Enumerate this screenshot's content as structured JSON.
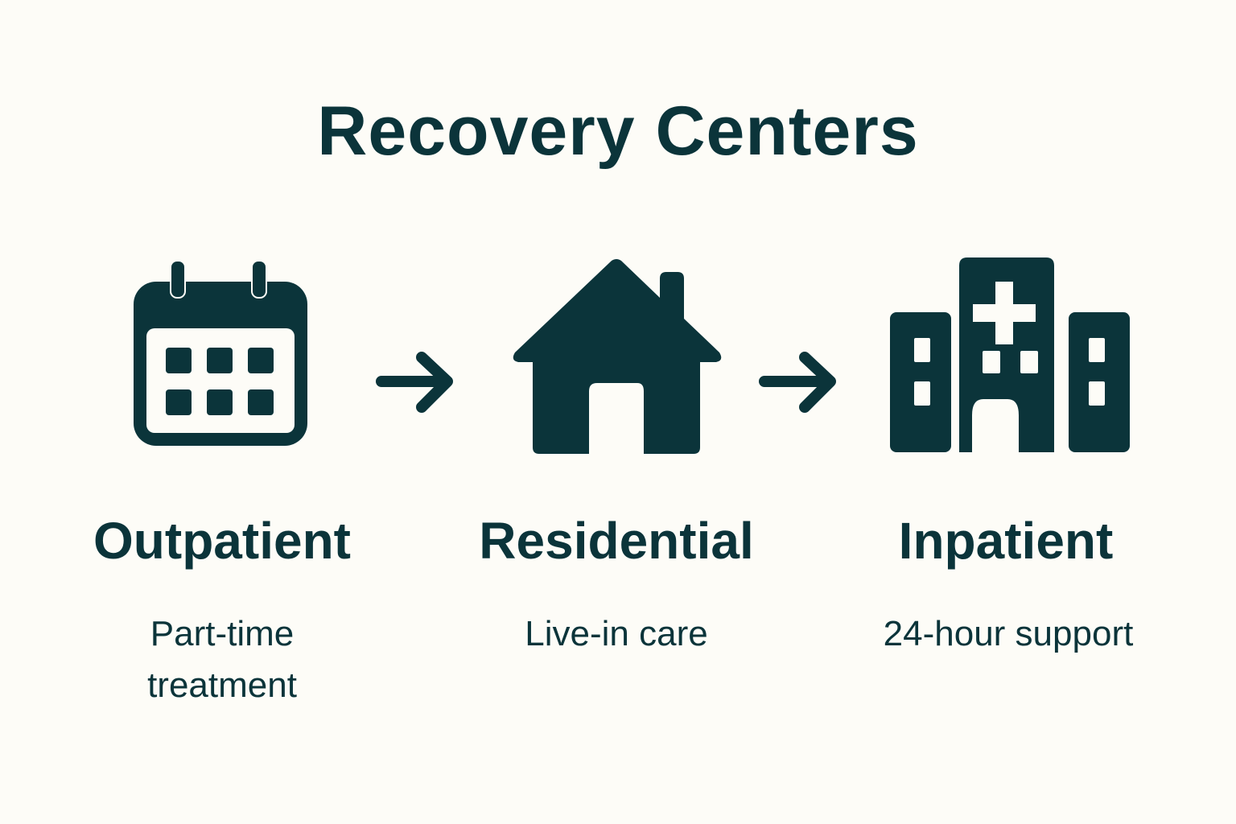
{
  "title": "Recovery Centers",
  "colors": {
    "background": "#fdfcf7",
    "ink": "#0b343a"
  },
  "steps": [
    {
      "icon": "calendar-icon",
      "label": "Outpatient",
      "desc_line1": "Part-time",
      "desc_line2": "treatment"
    },
    {
      "icon": "house-icon",
      "label": "Residential",
      "desc_line1": "Live-in care"
    },
    {
      "icon": "hospital-icon",
      "label": "Inpatient",
      "desc_line1": "24-hour support"
    }
  ],
  "connectors": [
    {
      "icon": "arrow-right-icon",
      "from": "Outpatient",
      "to": "Residential"
    },
    {
      "icon": "arrow-right-icon",
      "from": "Residential",
      "to": "Inpatient"
    }
  ]
}
